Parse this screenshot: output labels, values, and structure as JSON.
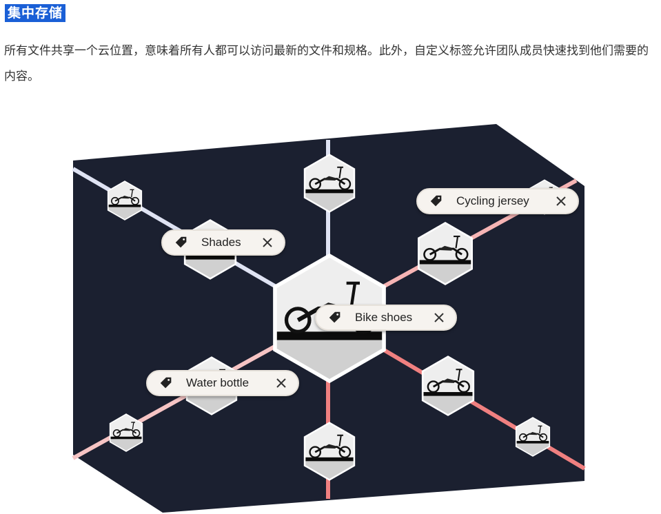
{
  "heading": "集中存储",
  "paragraph": "所有文件共享一个云位置，意味着所有人都可以访问最新的文件和规格。此外，自定义标签允许团队成员快速找到他们需要的内容。",
  "colors": {
    "heading_bg": "#1a5fd6",
    "panel": "#1b2030",
    "line_blue": "#dfe3f3",
    "line_pink": "#f6b4b4",
    "line_red": "#f08080"
  },
  "tags": [
    {
      "label": "Shades",
      "icon": "tag-icon",
      "close_icon": "close-icon"
    },
    {
      "label": "Cycling jersey",
      "icon": "tag-icon",
      "close_icon": "close-icon"
    },
    {
      "label": "Bike shoes",
      "icon": "tag-icon",
      "close_icon": "close-icon"
    },
    {
      "label": "Water bottle",
      "icon": "tag-icon",
      "close_icon": "close-icon"
    }
  ]
}
